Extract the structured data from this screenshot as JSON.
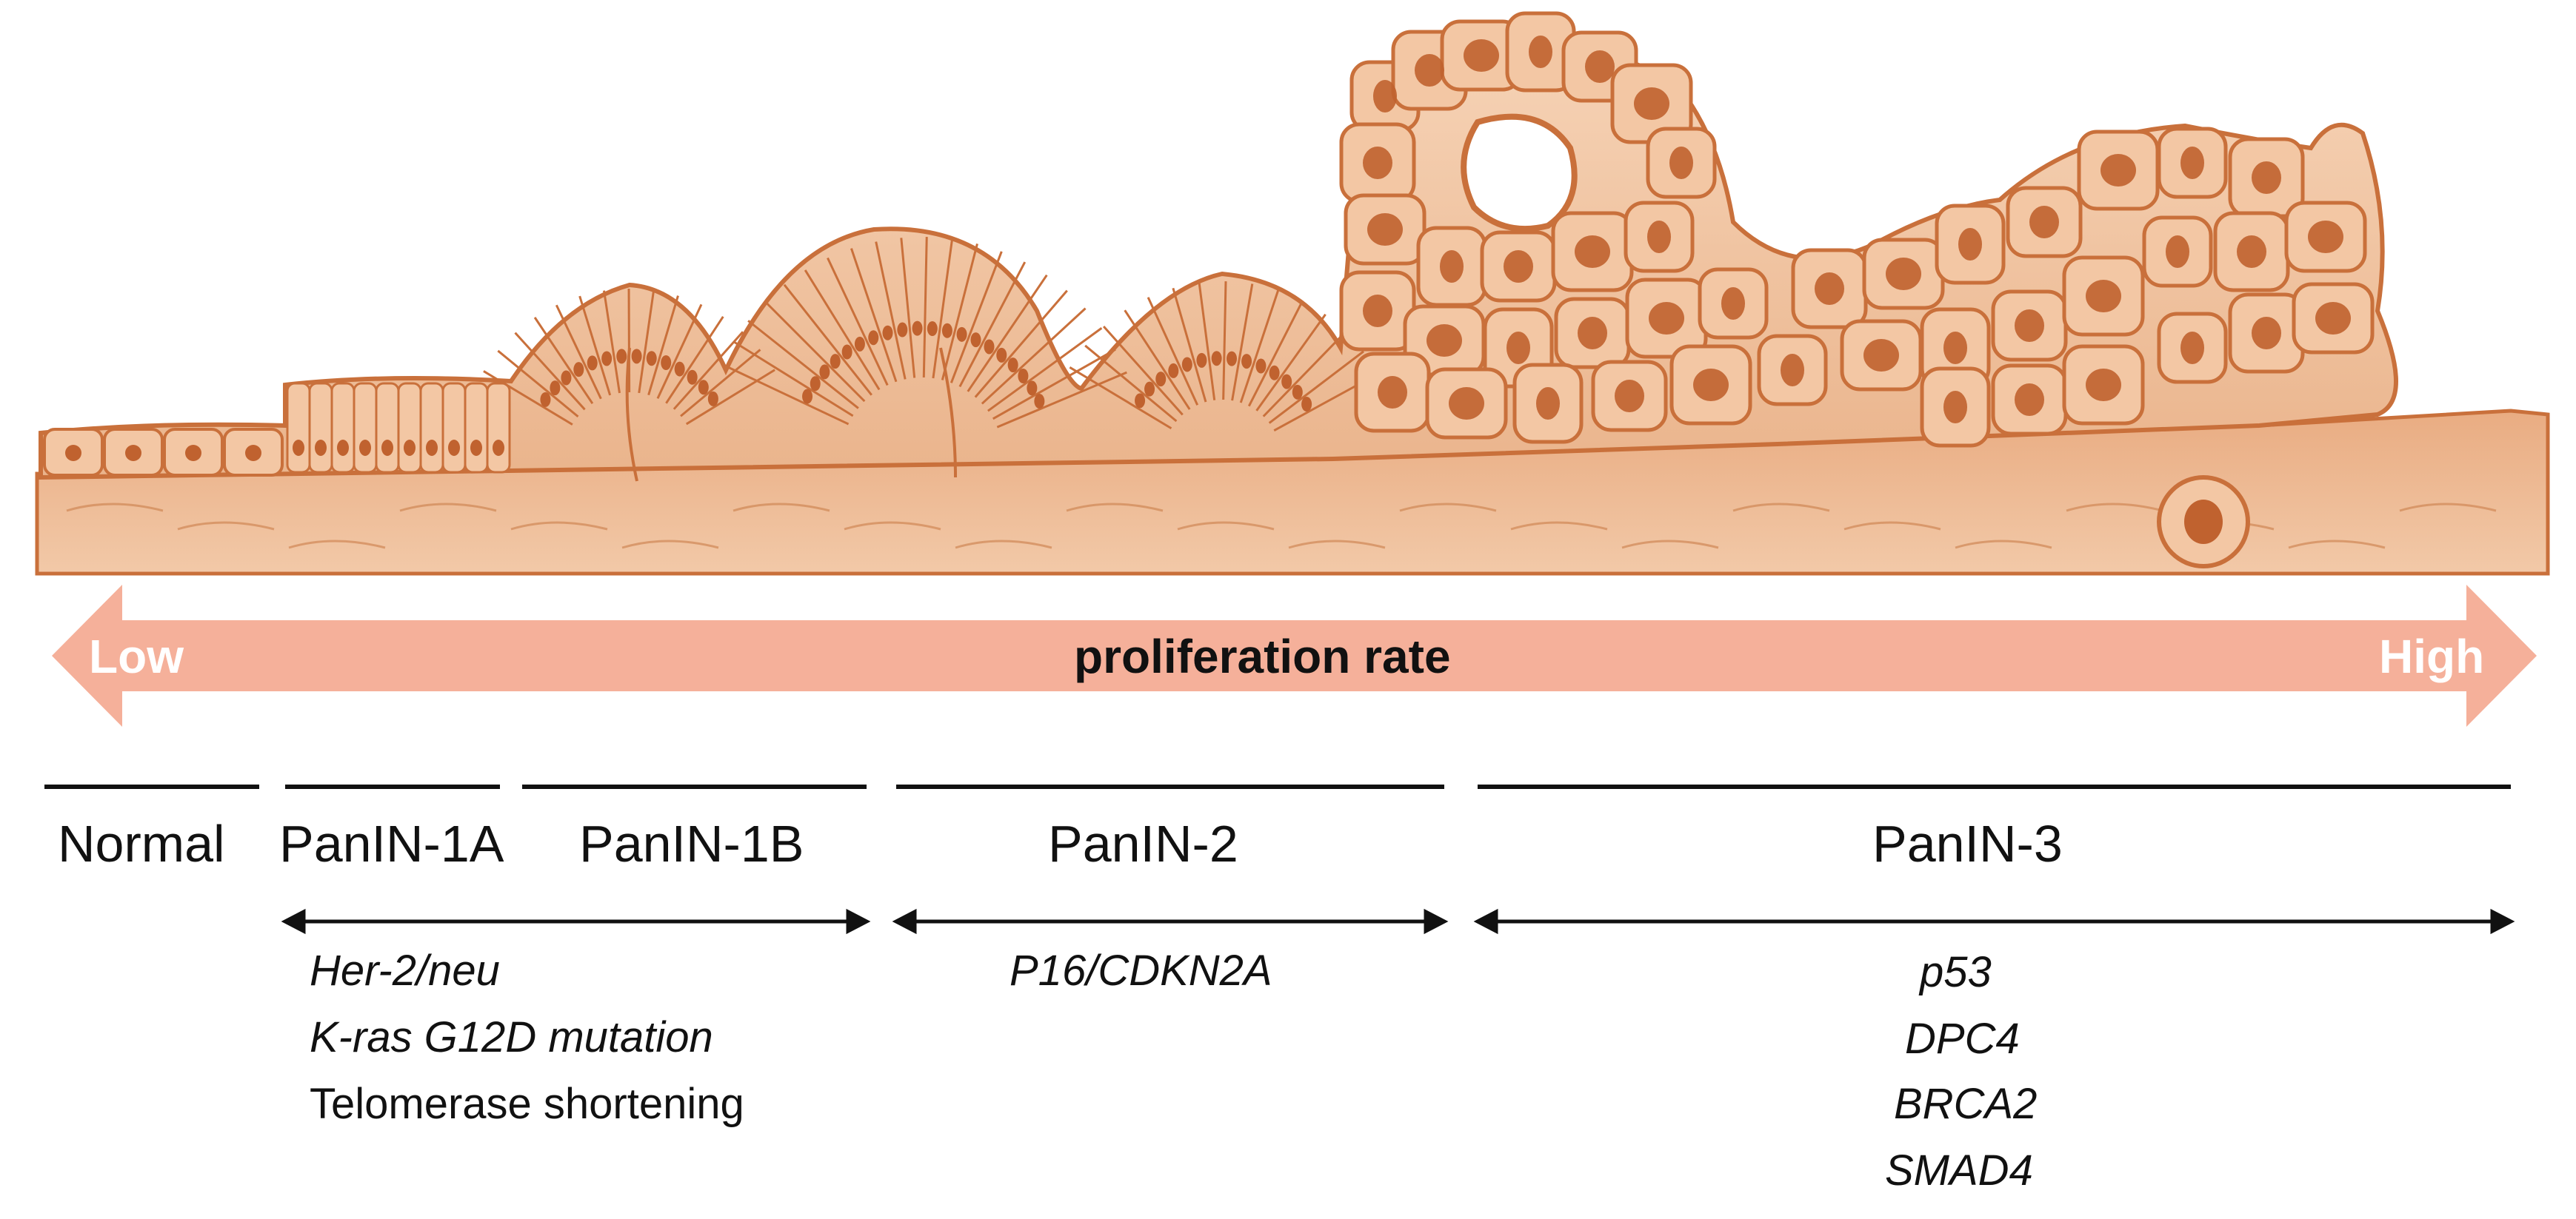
{
  "proliferation_arrow": {
    "title": "proliferation rate",
    "low_label": "Low",
    "high_label": "High",
    "color": "#f5b09a"
  },
  "tissue_colors": {
    "stroma": "#efbe9b",
    "cell_fill": "#f3c7a4",
    "outline": "#c9703b",
    "nucleus": "#c0622f"
  },
  "stages": [
    {
      "label": "Normal"
    },
    {
      "label": "PanIN-1A"
    },
    {
      "label": "PanIN-1B"
    },
    {
      "label": "PanIN-2"
    },
    {
      "label": "PanIN-3"
    }
  ],
  "alterations": {
    "panin1": [
      "Her-2/neu",
      "K-ras G12D mutation",
      "Telomerase shortening"
    ],
    "panin2": [
      "P16/CDKN2A"
    ],
    "panin3": [
      "p53",
      "DPC4",
      "BRCA2",
      "SMAD4"
    ]
  }
}
